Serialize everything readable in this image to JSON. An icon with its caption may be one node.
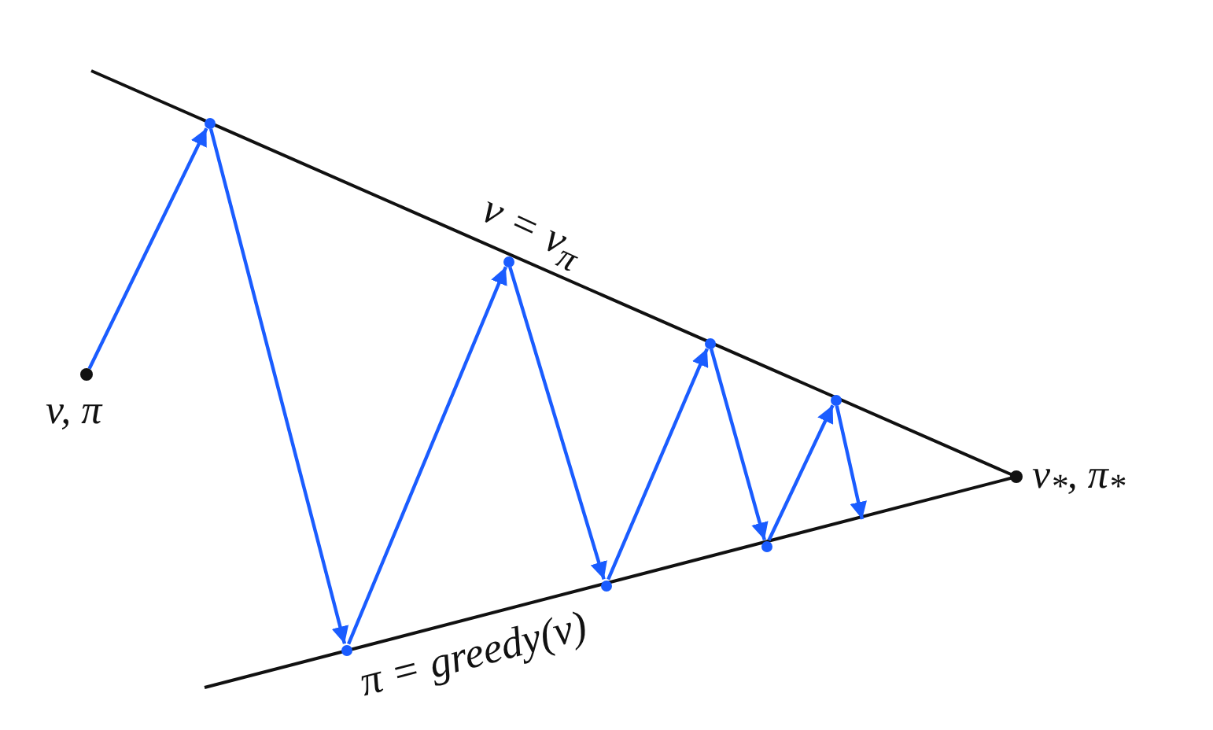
{
  "diagram": {
    "nodes": [
      {
        "text": [
          "v, π"
        ]
      },
      {
        "text": [],
        "shape": "circle"
      },
      {
        "text": [],
        "shape": "circle"
      },
      {
        "text": [],
        "shape": "circle"
      },
      {
        "text": [],
        "shape": "circle"
      },
      {
        "text": [],
        "shape": "circle"
      },
      {
        "text": [],
        "shape": "circle"
      },
      {
        "text": [],
        "shape": "circle"
      },
      {
        "text": [
          "v$_{*}$, π$_{*}$"
        ]
      }
    ],
    "edges": [
      {
        "from": 0,
        "to": 1,
        "arrow": "to"
      },
      {
        "from": 1,
        "to": 2,
        "arrow": "to"
      },
      {
        "from": 2,
        "to": 3,
        "arrow": "to"
      },
      {
        "from": 3,
        "to": 4,
        "arrow": "to"
      },
      {
        "from": 4,
        "to": 5,
        "arrow": "to"
      },
      {
        "from": 5,
        "to": 6,
        "arrow": "to"
      },
      {
        "from": 6,
        "to": 7,
        "arrow": "to"
      },
      {
        "from": 7,
        "to": null,
        "arrow": "to"
      }
    ],
    "labels": [
      "v = v$_{π}$",
      "π = greedy(v)"
    ]
  }
}
